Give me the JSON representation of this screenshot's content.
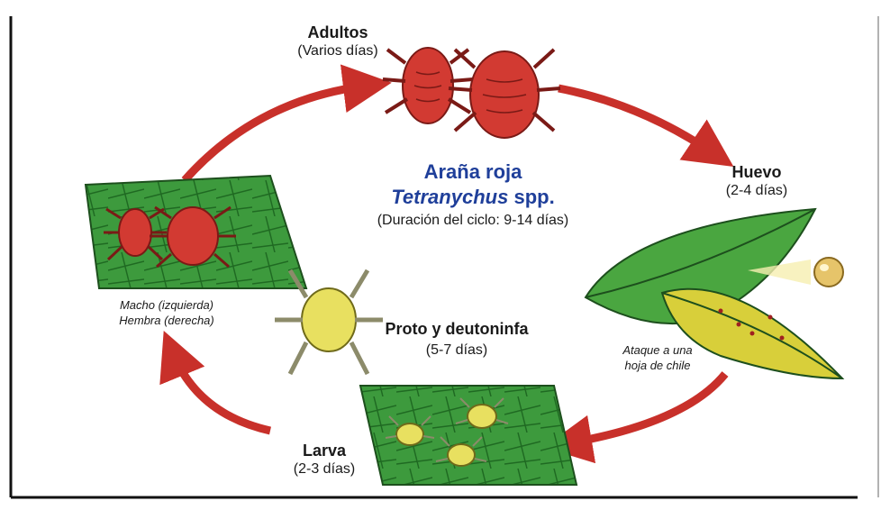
{
  "center": {
    "common_name": "Araña roja",
    "genus": "Tetranychus",
    "species_suffix": "spp.",
    "cycle_duration": "(Duración del ciclo: 9-14 días)"
  },
  "stages": {
    "adults": {
      "title": "Adultos",
      "duration": "(Varios días)"
    },
    "egg": {
      "title": "Huevo",
      "duration": "(2-4 días)"
    },
    "nymph": {
      "title": "Proto y deutoninfa",
      "duration": "(5-7 días)"
    },
    "larva": {
      "title": "Larva",
      "duration": "(2-3 días)"
    }
  },
  "captions": {
    "male_female_line1": "Macho (izquierda)",
    "male_female_line2": "Hembra (derecha)",
    "leaf_attack_line1": "Ataque a una",
    "leaf_attack_line2": "hoja de chile"
  },
  "colors": {
    "arrow": "#c8302a",
    "mite_red": "#d23a32",
    "mite_yellow": "#e8e060",
    "leaf_green": "#3d9a3d",
    "title_blue": "#1f3f9a"
  }
}
